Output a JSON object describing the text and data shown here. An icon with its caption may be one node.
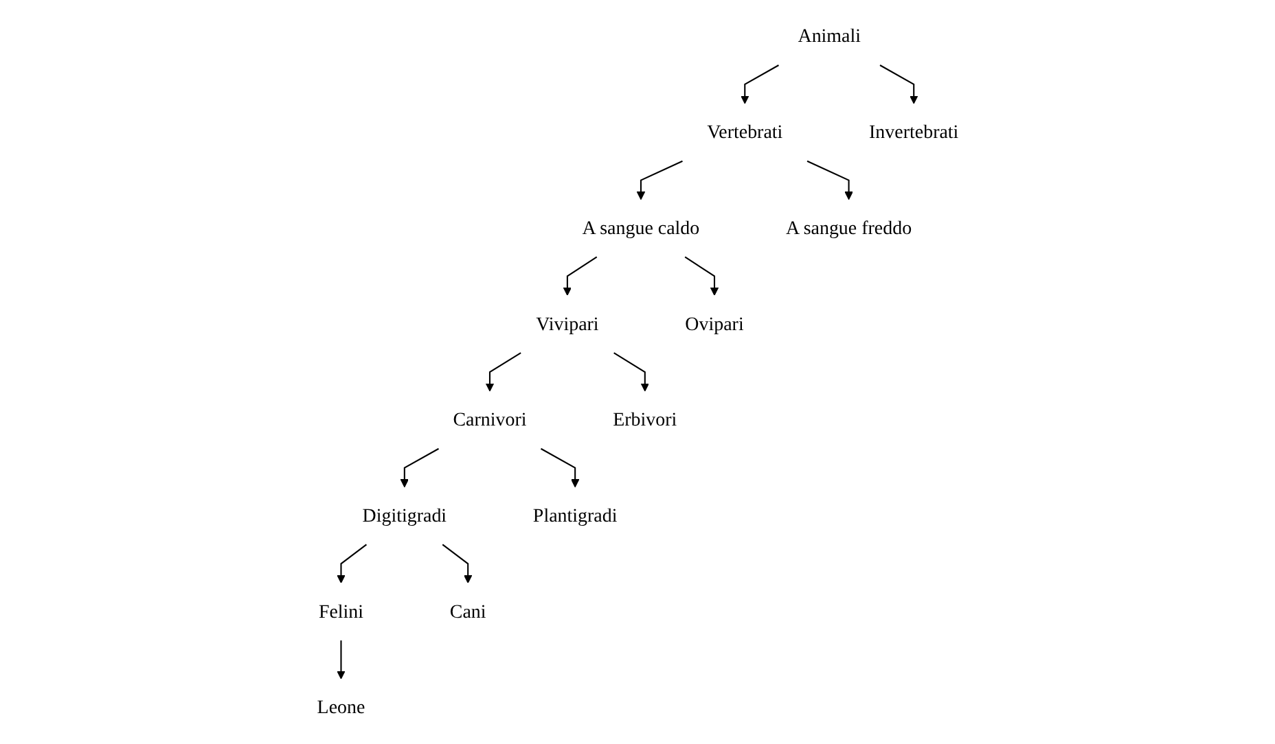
{
  "diagram": {
    "nodes": [
      {
        "text": [
          "Animali"
        ]
      },
      {
        "text": [
          "Vertebrati"
        ]
      },
      {
        "text": [
          "Invertebrati"
        ]
      },
      {
        "text": [
          "A sangue caldo"
        ]
      },
      {
        "text": [
          "A sangue freddo"
        ]
      },
      {
        "text": [
          "Vivipari"
        ]
      },
      {
        "text": [
          "Ovipari"
        ]
      },
      {
        "text": [
          "Carnivori"
        ]
      },
      {
        "text": [
          "Erbivori"
        ]
      },
      {
        "text": [
          "Digitigradi"
        ]
      },
      {
        "text": [
          "Plantigradi"
        ]
      },
      {
        "text": [
          "Felini"
        ]
      },
      {
        "text": [
          "Cani"
        ]
      },
      {
        "text": [
          "Leone"
        ]
      }
    ],
    "edges": [
      {
        "from": 0,
        "to": 1,
        "arrow": "to"
      },
      {
        "from": 0,
        "to": 2,
        "arrow": "to"
      },
      {
        "from": 1,
        "to": 3,
        "arrow": "to"
      },
      {
        "from": 1,
        "to": 4,
        "arrow": "to"
      },
      {
        "from": 3,
        "to": 5,
        "arrow": "to"
      },
      {
        "from": 3,
        "to": 6,
        "arrow": "to"
      },
      {
        "from": 5,
        "to": 7,
        "arrow": "to"
      },
      {
        "from": 5,
        "to": 8,
        "arrow": "to"
      },
      {
        "from": 7,
        "to": 9,
        "arrow": "to"
      },
      {
        "from": 7,
        "to": 10,
        "arrow": "to"
      },
      {
        "from": 9,
        "to": 11,
        "arrow": "to"
      },
      {
        "from": 9,
        "to": 12,
        "arrow": "to"
      },
      {
        "from": 11,
        "to": 13,
        "arrow": "to"
      }
    ]
  }
}
